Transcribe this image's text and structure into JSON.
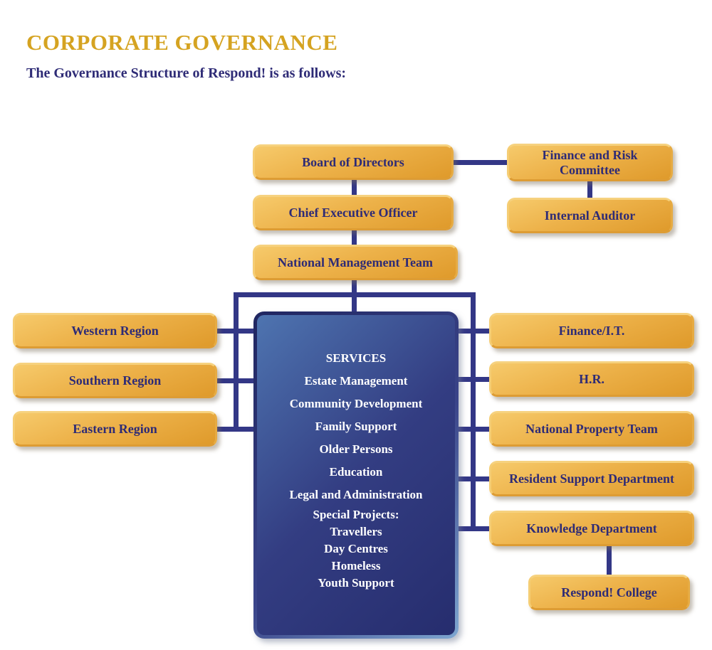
{
  "header": {
    "title": "CORPORATE GOVERNANCE",
    "subtitle": "The Governance Structure of Respond! is as follows:"
  },
  "colors": {
    "title_gold": "#D5A321",
    "navy_text": "#2E2B76",
    "box_orange": "#E8A93C",
    "box_blue_light": "#4E74B0",
    "box_blue_dark": "#272E6E",
    "connector_navy": "#333786",
    "services_text": "#FFFFFF"
  },
  "nodes": {
    "board": {
      "label": "Board of Directors"
    },
    "finance_risk": {
      "label": "Finance and Risk Committee"
    },
    "internal_auditor": {
      "label": "Internal Auditor"
    },
    "ceo": {
      "label": "Chief Executive Officer"
    },
    "nmt": {
      "label": "National Management Team"
    },
    "western": {
      "label": "Western Region"
    },
    "southern": {
      "label": "Southern Region"
    },
    "eastern": {
      "label": "Eastern Region"
    },
    "finance_it": {
      "label": "Finance/I.T."
    },
    "hr": {
      "label": "H.R."
    },
    "property": {
      "label": "National Property Team"
    },
    "resident_support": {
      "label": "Resident Support Department"
    },
    "knowledge": {
      "label": "Knowledge Department"
    },
    "college": {
      "label": "Respond! College"
    },
    "services": {
      "heading": "SERVICES",
      "items": [
        "Estate Management",
        "Community Development",
        "Family Support",
        "Older Persons",
        "Education",
        "Legal and Administration"
      ],
      "special_projects_label": "Special Projects:",
      "special_projects": [
        "Travellers",
        "Day Centres",
        "Homeless",
        "Youth Support"
      ]
    }
  }
}
